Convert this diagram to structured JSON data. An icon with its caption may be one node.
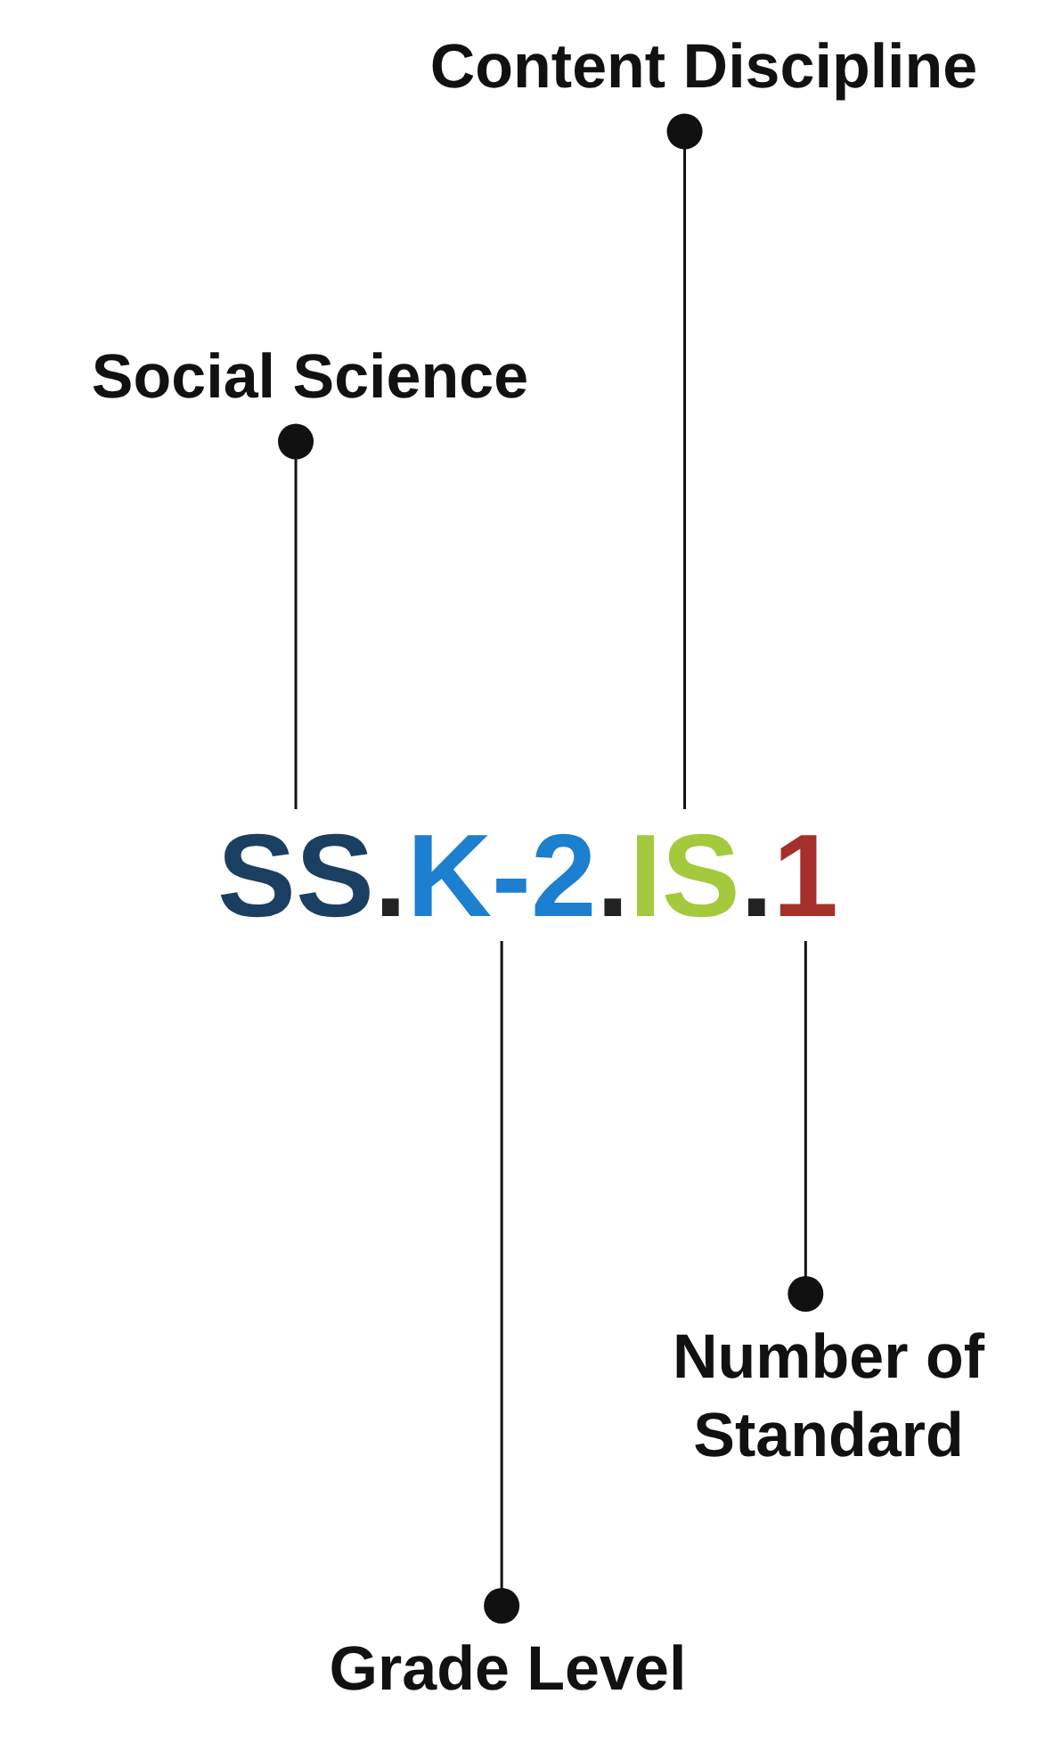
{
  "diagram": {
    "nodes": [
      {
        "text": [
          "Content Discipline"
        ]
      },
      {
        "text": [
          "Social Science"
        ]
      },
      {
        "text": [
          "SS"
        ]
      },
      {
        "text": [
          "K-2"
        ]
      },
      {
        "text": [
          "IS"
        ]
      },
      {
        "text": [
          "1"
        ]
      },
      {
        "text": [
          "Number of Standard"
        ]
      },
      {
        "text": [
          "Grade Level"
        ]
      }
    ],
    "edges": [
      {
        "from": 0,
        "to": 4,
        "arrow": "other"
      },
      {
        "from": 1,
        "to": 2,
        "arrow": "other"
      },
      {
        "from": 6,
        "to": 5,
        "arrow": "other"
      },
      {
        "from": 7,
        "to": 3,
        "arrow": "other"
      }
    ],
    "labels": [
      ".",
      ".",
      "."
    ]
  }
}
